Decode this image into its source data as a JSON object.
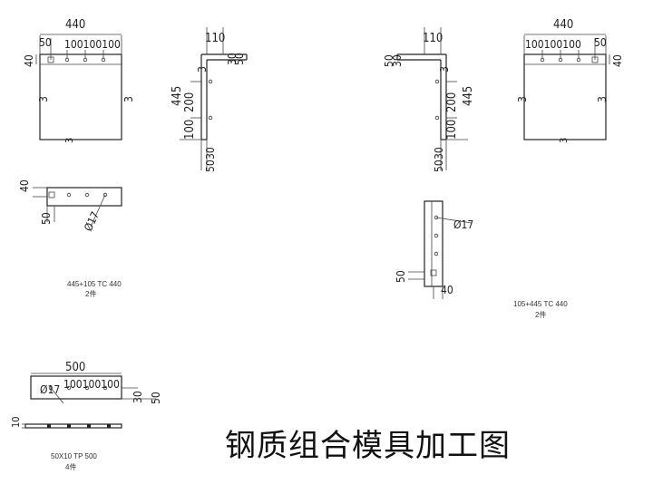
{
  "title": "钢质组合模具加工图",
  "plates": {
    "plate_a": {
      "width": "440",
      "edge": "50",
      "spacing": "100100100",
      "side": "40",
      "thk_left": "3",
      "thk_right": "3",
      "thk_bottom": "3"
    },
    "angle_b": {
      "top": "110",
      "thk": "3",
      "off_a": "30",
      "off_b": "50",
      "height": "445",
      "mid": "200",
      "low": "100",
      "bot_a": "30",
      "bot_b": "50"
    },
    "angle_c": {
      "top": "110",
      "off_a": "50",
      "off_b": "30",
      "thk": "3",
      "height": "445",
      "mid": "200",
      "low": "100",
      "bot_a": "30",
      "bot_b": "50"
    },
    "plate_d": {
      "width": "440",
      "spacing": "100100100",
      "edge": "50",
      "side": "40",
      "thk_left": "3",
      "thk_right": "3",
      "thk_bottom": "3"
    }
  },
  "details": {
    "detail_1": {
      "side": "40",
      "edge": "50",
      "hole": "Ø17",
      "spec": "445+105 TC 440",
      "qty": "2件"
    },
    "detail_2": {
      "hole": "Ø17",
      "edge": "50",
      "side": "40",
      "spec": "105+445 TC 440",
      "qty": "2件"
    },
    "flat_bar": {
      "length": "500",
      "hole": "Ø17",
      "spacing": "100100100",
      "dim_a": "30",
      "dim_b": "50",
      "thk": "10",
      "spec": "50X10 TP 500",
      "qty": "4件"
    }
  }
}
